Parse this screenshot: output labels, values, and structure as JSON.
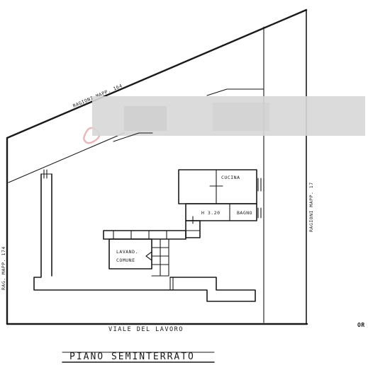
{
  "labels": {
    "boundary_top": "RAGIONI MAPP. 164",
    "boundary_right": "RAGIONI MAPP. 17",
    "boundary_left": "RAG. MAPP. 174",
    "street": "VIALE DEL LAVORO",
    "orientation": "OR",
    "kitchen": "CUCINA",
    "bathroom": "BAGNO",
    "height": "H 3.20",
    "laundry_line1": "LAVAND.",
    "laundry_line2": "COMUNE",
    "title": "PIANO SEMINTERRATO"
  },
  "colors": {
    "ink": "#1a1a1a",
    "redaction": "#d7d7d7",
    "watermark": "#e9b7b7"
  }
}
